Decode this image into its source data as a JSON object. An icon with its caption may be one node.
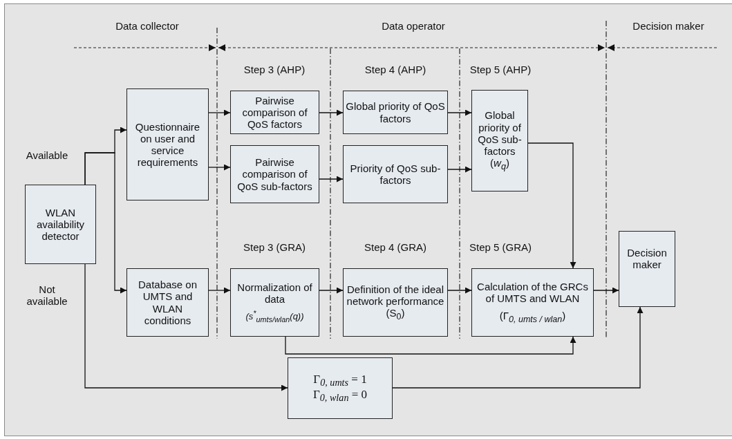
{
  "diagram": {
    "nodes": [
      {
        "text": [
          "WLAN availability detector"
        ]
      },
      {
        "text": [
          "Questionnaire on user and service requirements"
        ]
      },
      {
        "text": [
          "Database on UMTS and WLAN conditions"
        ]
      },
      {
        "text": [
          "Pairwise comparison of QoS factors"
        ]
      },
      {
        "text": [
          "Pairwise comparison of QoS sub-factors"
        ]
      },
      {
        "text": [
          "Global priority of QoS factors"
        ]
      },
      {
        "text": [
          "Priority of QoS sub-factors"
        ]
      },
      {
        "text": [
          "Global priority of QoS sub-factors",
          "(*w*$_{q}$)"
        ]
      },
      {
        "text": [
          "Normalization of data",
          "(s$^{*}$$_{umts/wlan}$(q))"
        ]
      },
      {
        "text": [
          "Definition of the ideal network performance (S$_{0}$)"
        ]
      },
      {
        "text": [
          "Calculation of the GRCs of UMTS and WLAN",
          "(Γ$_{0, umts / wlan}$)"
        ]
      },
      {
        "text": [
          "Decision maker"
        ]
      },
      {
        "text": [
          "Γ$_{0, umts}$ = 1",
          "Γ$_{0, wlan}$ = 0"
        ]
      }
    ],
    "edges": [
      {
        "from": 0,
        "to": 1,
        "arrow": "to"
      },
      {
        "from": 0,
        "to": 2,
        "arrow": "to"
      },
      {
        "from": 1,
        "to": 3,
        "arrow": "to"
      },
      {
        "from": 1,
        "to": 4,
        "arrow": "to"
      },
      {
        "from": 3,
        "to": 5,
        "arrow": "to"
      },
      {
        "from": 4,
        "to": 6,
        "arrow": "to"
      },
      {
        "from": 5,
        "to": 7,
        "arrow": "to"
      },
      {
        "from": 6,
        "to": 7,
        "arrow": "to"
      },
      {
        "from": 7,
        "to": 10,
        "arrow": "to"
      },
      {
        "from": 2,
        "to": 8,
        "arrow": "to"
      },
      {
        "from": 8,
        "to": 9,
        "arrow": "to"
      },
      {
        "from": 9,
        "to": 10,
        "arrow": "to"
      },
      {
        "from": 8,
        "to": 10,
        "arrow": "to"
      },
      {
        "from": 10,
        "to": 11,
        "arrow": "to"
      },
      {
        "from": 0,
        "to": 12,
        "arrow": "to"
      },
      {
        "from": 12,
        "to": 11,
        "arrow": "to"
      }
    ],
    "labels": [
      "Data collector",
      "Data operator",
      "Decision maker",
      "Step 3 (AHP)",
      "Step 4 (AHP)",
      "Step 5 (AHP)",
      "Available",
      "Step 3 (GRA)",
      "Step 4 (GRA)",
      "Step 5 (GRA)",
      "Not available"
    ]
  }
}
